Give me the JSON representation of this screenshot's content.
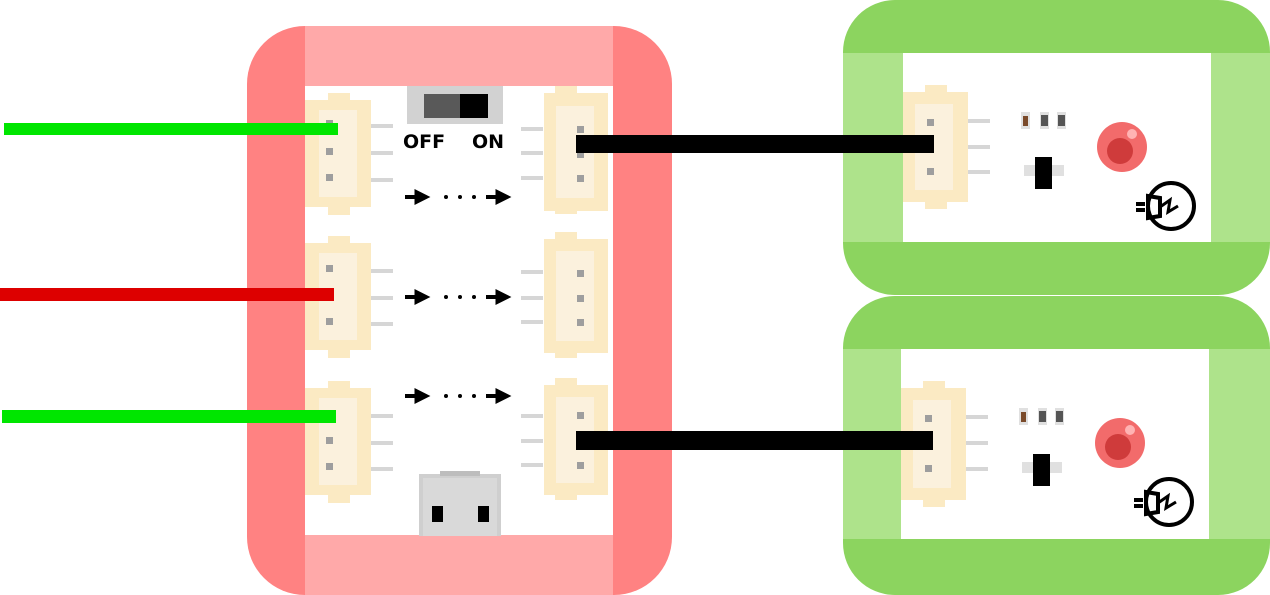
{
  "colors": {
    "power_board_dark": "#ff8282",
    "power_board_light": "#ffa9a9",
    "led_board_dark": "#8cd45f",
    "led_board_light": "#aee38b",
    "connector_fill": "#fbf1dd",
    "connector_border": "#fbeac3",
    "wire_green": "#00e600",
    "wire_red": "#dd0000",
    "wire_black": "#000000",
    "led_red": "#f26b6b"
  },
  "power_board": {
    "switch_off_label": "OFF",
    "switch_on_label": "ON",
    "input_ports": [
      {
        "wire_color": "green"
      },
      {
        "wire_color": "red"
      },
      {
        "wire_color": "green"
      }
    ],
    "output_ports": [
      {
        "connected": true
      },
      {
        "connected": false
      },
      {
        "connected": true
      }
    ],
    "usb_port": "micro-usb"
  },
  "led_modules": [
    {
      "led": "red-led",
      "icon": "light-bulb-icon"
    },
    {
      "led": "red-led",
      "icon": "light-bulb-icon"
    }
  ]
}
